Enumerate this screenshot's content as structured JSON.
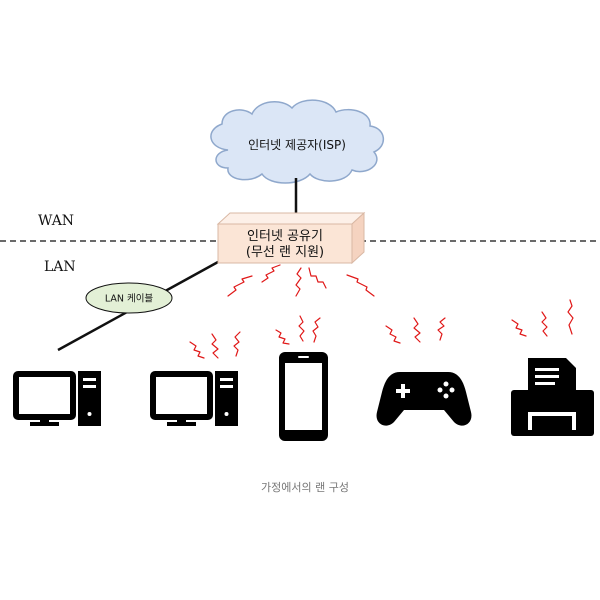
{
  "labels": {
    "wan": "WAN",
    "lan": "LAN"
  },
  "isp": {
    "label": "인터넷 제공자(ISP)"
  },
  "router": {
    "line1": "인터넷 공유기",
    "line2": "(무선 랜 지원)"
  },
  "cable": {
    "label": "LAN 케이블"
  },
  "caption": "가정에서의 랜 구성",
  "devices": [
    "desktop-computer",
    "desktop-computer",
    "smartphone",
    "game-controller",
    "printer"
  ],
  "colors": {
    "cloud_fill": "#dbe6f6",
    "cloud_stroke": "#8fa8cc",
    "router_front": "#fbe5d6",
    "router_top": "#fdf0e8",
    "router_side": "#f5d3c0",
    "cable_ellipse": "#e3f0d6",
    "wireless": "#e01818"
  }
}
